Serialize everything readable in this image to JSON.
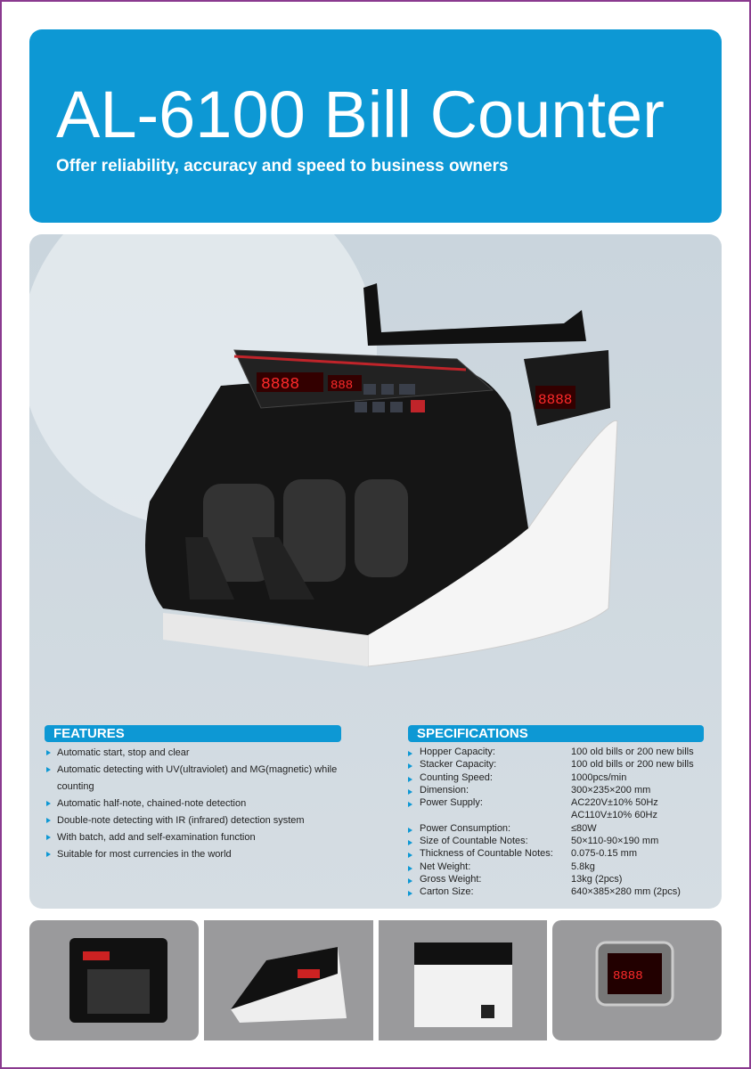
{
  "header": {
    "title": "AL-6100 Bill Counter",
    "subtitle": "Offer reliability, accuracy and speed to business owners"
  },
  "display": {
    "main": "8888",
    "small": "888",
    "side": "8888"
  },
  "features": {
    "heading": "FEATURES",
    "items": [
      "Automatic start, stop and clear",
      "Automatic detecting with UV(ultraviolet) and MG(magnetic) while counting",
      "Automatic half-note, chained-note detection",
      "Double-note detecting with IR (infrared) detection system",
      "With batch, add and self-examination function",
      "Suitable for most currencies in the world"
    ]
  },
  "specifications": {
    "heading": "SPECIFICATIONS",
    "rows": [
      {
        "label": "Hopper Capacity:",
        "value": "100 old bills or 200 new bills"
      },
      {
        "label": "Stacker Capacity:",
        "value": "100 old bills or 200 new bills"
      },
      {
        "label": "Counting Speed:",
        "value": "1000pcs/min"
      },
      {
        "label": "Dimension:",
        "value": "300×235×200 mm"
      },
      {
        "label": "Power Supply:",
        "value": "AC220V±10% 50Hz"
      },
      {
        "label": "",
        "value": "AC110V±10% 60Hz"
      },
      {
        "label": "Power Consumption:",
        "value": "≤80W"
      },
      {
        "label": "Size of Countable Notes:",
        "value": "50×110-90×190 mm"
      },
      {
        "label": "Thickness of Countable Notes:",
        "value": "0.075-0.15 mm"
      },
      {
        "label": "Net Weight:",
        "value": "5.8kg"
      },
      {
        "label": "Gross Weight:",
        "value": "13kg (2pcs)"
      },
      {
        "label": "Carton Size:",
        "value": "640×385×280 mm (2pcs)"
      }
    ]
  },
  "colors": {
    "brand": "#0d98d4",
    "panel": "#cfd8df",
    "led": "#e02020"
  }
}
